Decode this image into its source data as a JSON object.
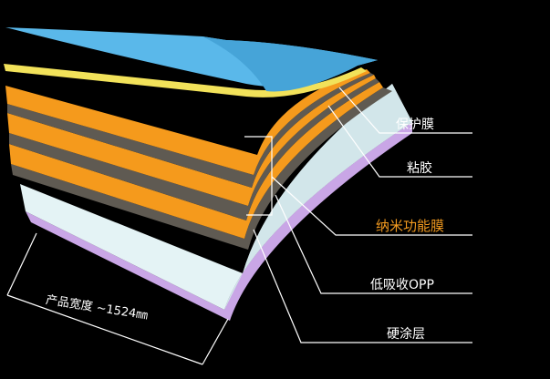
{
  "labels": {
    "protective_film": "保护膜",
    "adhesive": "粘胶",
    "nano_film": "纳米功能膜",
    "opp_layer": "低吸收OPP",
    "hard_coat": "硬涂层",
    "product_width": "产品宽度 ~1524㎜"
  },
  "colors": {
    "background": "#000000",
    "protective_film": "#5ab8ea",
    "adhesive": "#f2e25a",
    "nano_orange": "#f59a1c",
    "nano_gray": "#5f5a52",
    "opp": "#e8f4f6",
    "hard_coat": "#c9a6e6",
    "highlight_text": "#f29a1f"
  }
}
